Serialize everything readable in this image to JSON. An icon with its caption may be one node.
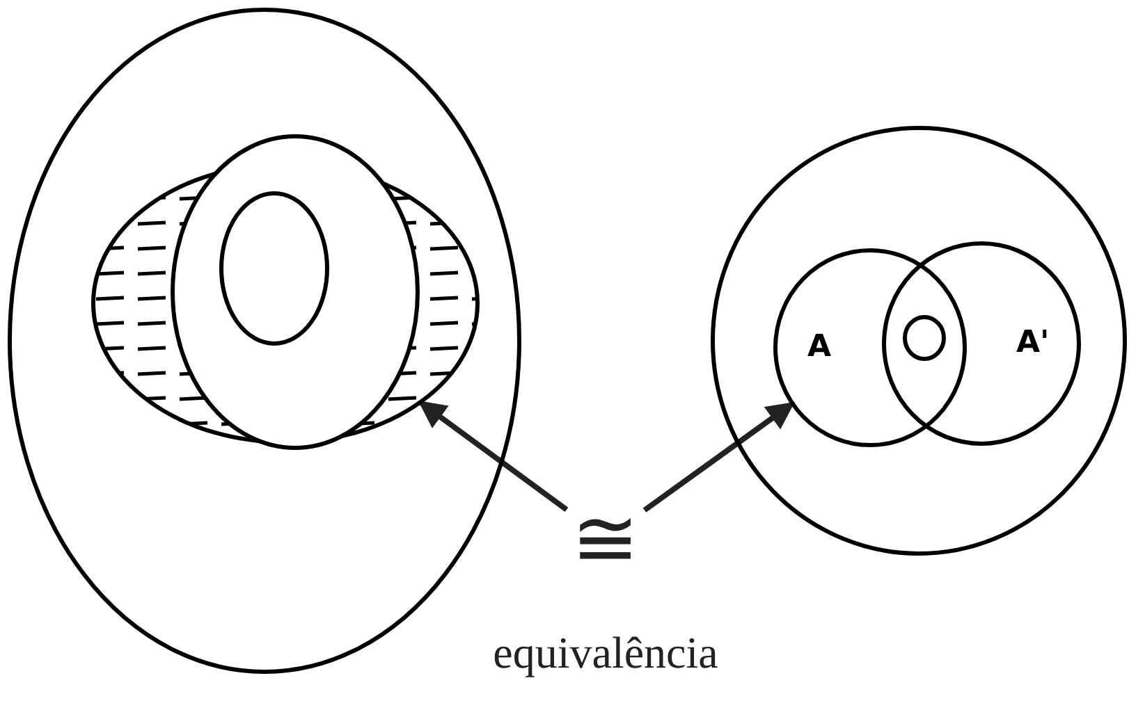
{
  "diagram": {
    "caption": "equivalência",
    "nodes": [
      {
        "text": [],
        "shape": "circle"
      },
      {
        "text": [],
        "shape": "circle",
        "in": 0
      },
      {
        "text": [],
        "shape": "circle",
        "in": 1
      },
      {
        "text": [],
        "shape": "circle",
        "in": 2
      },
      {
        "text": [],
        "shape": "circle"
      },
      {
        "text": [
          "A"
        ],
        "in": 4
      },
      {
        "text": [
          "A'"
        ],
        "in": 4
      },
      {
        "text": [],
        "shape": "circle"
      },
      {
        "text": [
          "≅"
        ]
      }
    ],
    "edges": [
      {
        "from": 8,
        "to": 1,
        "arrow": "to"
      },
      {
        "from": 8,
        "to": 5,
        "arrow": "to"
      }
    ]
  }
}
